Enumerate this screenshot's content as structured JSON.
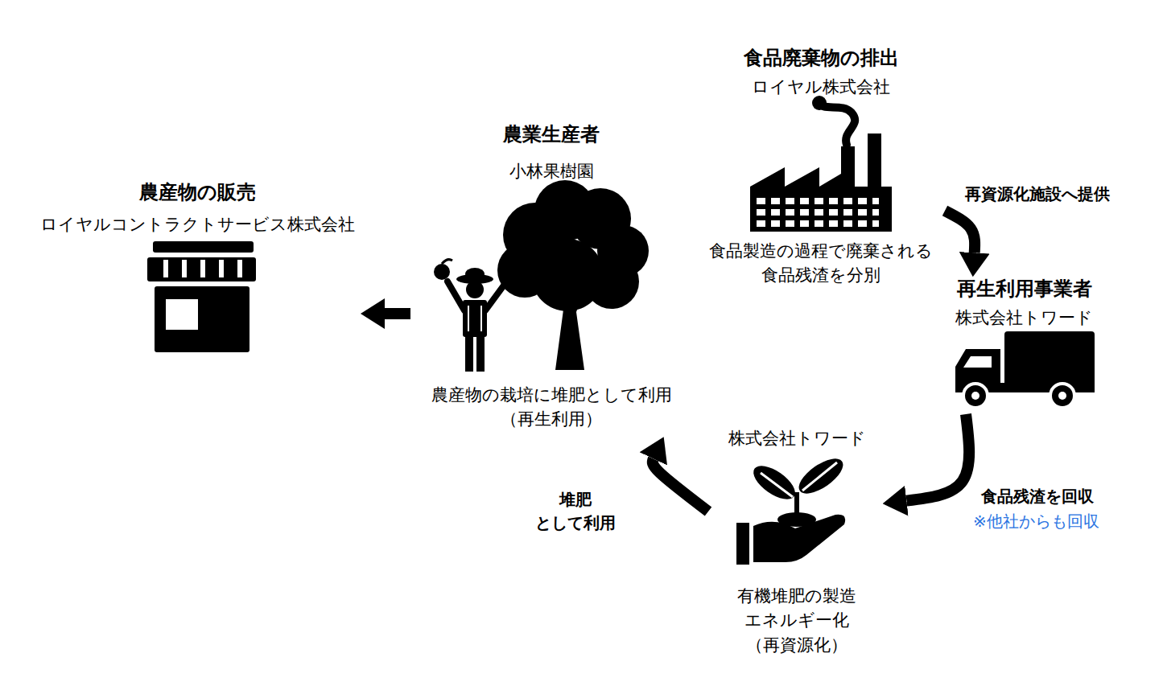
{
  "diagram": {
    "nodes": [
      {
        "text": [
          "食品廃棄物の排出",
          "ロイヤル株式会社",
          "食品製造の過程で廃棄される 食品残渣を分別"
        ]
      },
      {
        "text": [
          "再生利用事業者",
          "株式会社トワード"
        ]
      },
      {
        "text": [
          "株式会社トワード",
          "有機堆肥の製造 エネルギー化 （再資源化）"
        ]
      },
      {
        "text": [
          "農業生産者",
          "小林果樹園",
          "農産物の栽培に堆肥として利用 （再生利用）"
        ]
      },
      {
        "text": [
          "農産物の販売",
          "ロイヤルコントラクトサービス株式会社"
        ]
      }
    ],
    "edges": [
      {
        "from": 0,
        "to": 1,
        "arrow": "to",
        "label": "再資源化施設へ提供"
      },
      {
        "from": 1,
        "to": 2,
        "arrow": "to",
        "label": "食品残渣を回収"
      },
      {
        "from": 2,
        "to": 3,
        "arrow": "to",
        "label": "堆肥 として利用"
      },
      {
        "from": 3,
        "to": 4,
        "arrow": "to"
      }
    ],
    "labels": [
      "※他社からも回収"
    ]
  }
}
